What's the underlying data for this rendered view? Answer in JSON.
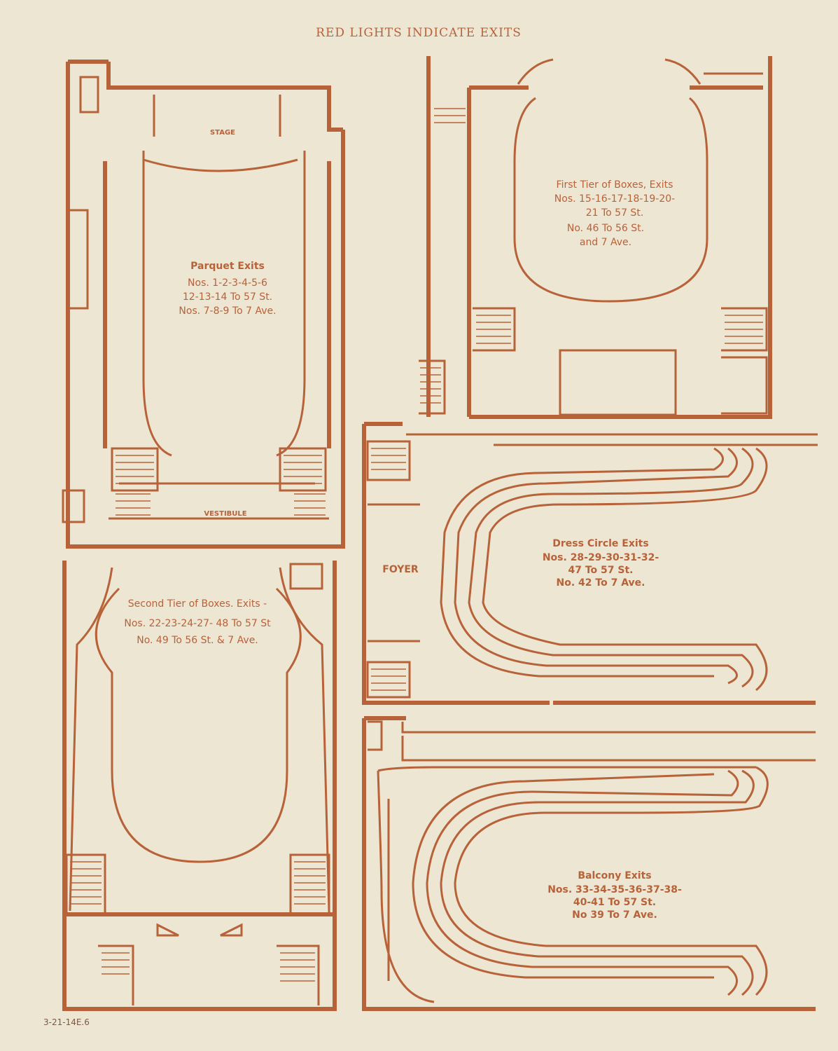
{
  "header": "RED LIGHTS INDICATE EXITS",
  "handwritten_note": "3-21-14E.6",
  "colors": {
    "ink": "#b8623a",
    "paper": "#ece6d3"
  },
  "parquet": {
    "stage": "STAGE",
    "vestibule": "VESTIBULE",
    "caption": [
      "Parquet Exits",
      "Nos. 1-2-3-4-5-6",
      "12-13-14 To 57 St.",
      "Nos. 7-8-9 To 7 Ave."
    ]
  },
  "first_tier": {
    "caption": [
      "First Tier of Boxes, Exits",
      "Nos. 15-16-17-18-19-20-",
      "21 To 57 St.",
      "No. 46 To 56 St.",
      "and 7 Ave."
    ]
  },
  "second_tier": {
    "caption": [
      "Second Tier of Boxes. Exits -",
      "Nos. 22-23-24-27- 48 To 57 St",
      "No. 49 To 56 St. & 7 Ave."
    ]
  },
  "dress_circle": {
    "foyer": "FOYER",
    "caption": [
      "Dress Circle Exits",
      "Nos. 28-29-30-31-32-",
      "47 To 57 St.",
      "No. 42 To 7 Ave."
    ]
  },
  "balcony": {
    "caption": [
      "Balcony Exits",
      "Nos. 33-34-35-36-37-38-",
      "40-41 To 57 St.",
      "No 39 To 7 Ave."
    ]
  }
}
